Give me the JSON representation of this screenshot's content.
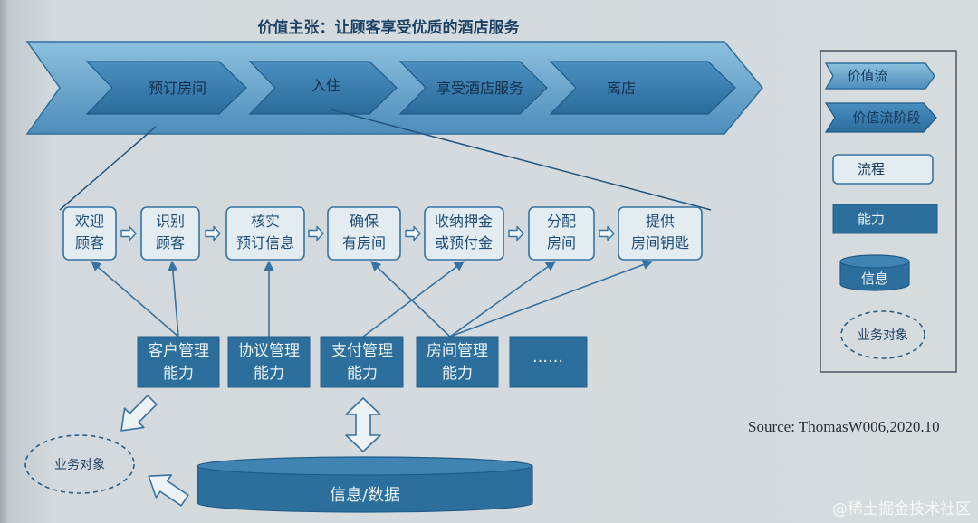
{
  "title": "价值主张：让顾客享受优质的酒店服务",
  "value_stream": {
    "stages": [
      {
        "label": "预订房间"
      },
      {
        "label": "入住"
      },
      {
        "label": "享受酒店服务"
      },
      {
        "label": "离店"
      }
    ]
  },
  "processes": [
    {
      "lines": [
        "欢迎",
        "顾客"
      ]
    },
    {
      "lines": [
        "识别",
        "顾客"
      ]
    },
    {
      "lines": [
        "核实",
        "预订信息"
      ]
    },
    {
      "lines": [
        "确保",
        "有房间"
      ]
    },
    {
      "lines": [
        "收纳押金",
        "或预付金"
      ]
    },
    {
      "lines": [
        "分配",
        "房间"
      ]
    },
    {
      "lines": [
        "提供",
        "房间钥匙"
      ]
    }
  ],
  "capabilities": [
    {
      "lines": [
        "客户管理",
        "能力"
      ]
    },
    {
      "lines": [
        "协议管理",
        "能力"
      ]
    },
    {
      "lines": [
        "支付管理",
        "能力"
      ]
    },
    {
      "lines": [
        "房间管理",
        "能力"
      ]
    },
    {
      "lines": [
        "……"
      ]
    }
  ],
  "information": {
    "label": "信息/数据"
  },
  "business_object": {
    "label": "业务对象"
  },
  "legend": {
    "value_stream": "价值流",
    "value_stream_stage": "价值流阶段",
    "process": "流程",
    "capability": "能力",
    "information": "信息",
    "business_object": "业务对象"
  },
  "source": "Source: ThomasW006,2020.10",
  "watermark": "@稀土掘金技术社区",
  "colors": {
    "banner_light": "#8dc0de",
    "banner_dark": "#4d8dbb",
    "stage_light": "#4a8fc0",
    "stage_dark": "#2b6c9c",
    "process_fill": "#e3ecf1",
    "line_blue": "#3673a3",
    "capability_fill": "#2c6f9d",
    "text_dark": "#1c4266"
  }
}
